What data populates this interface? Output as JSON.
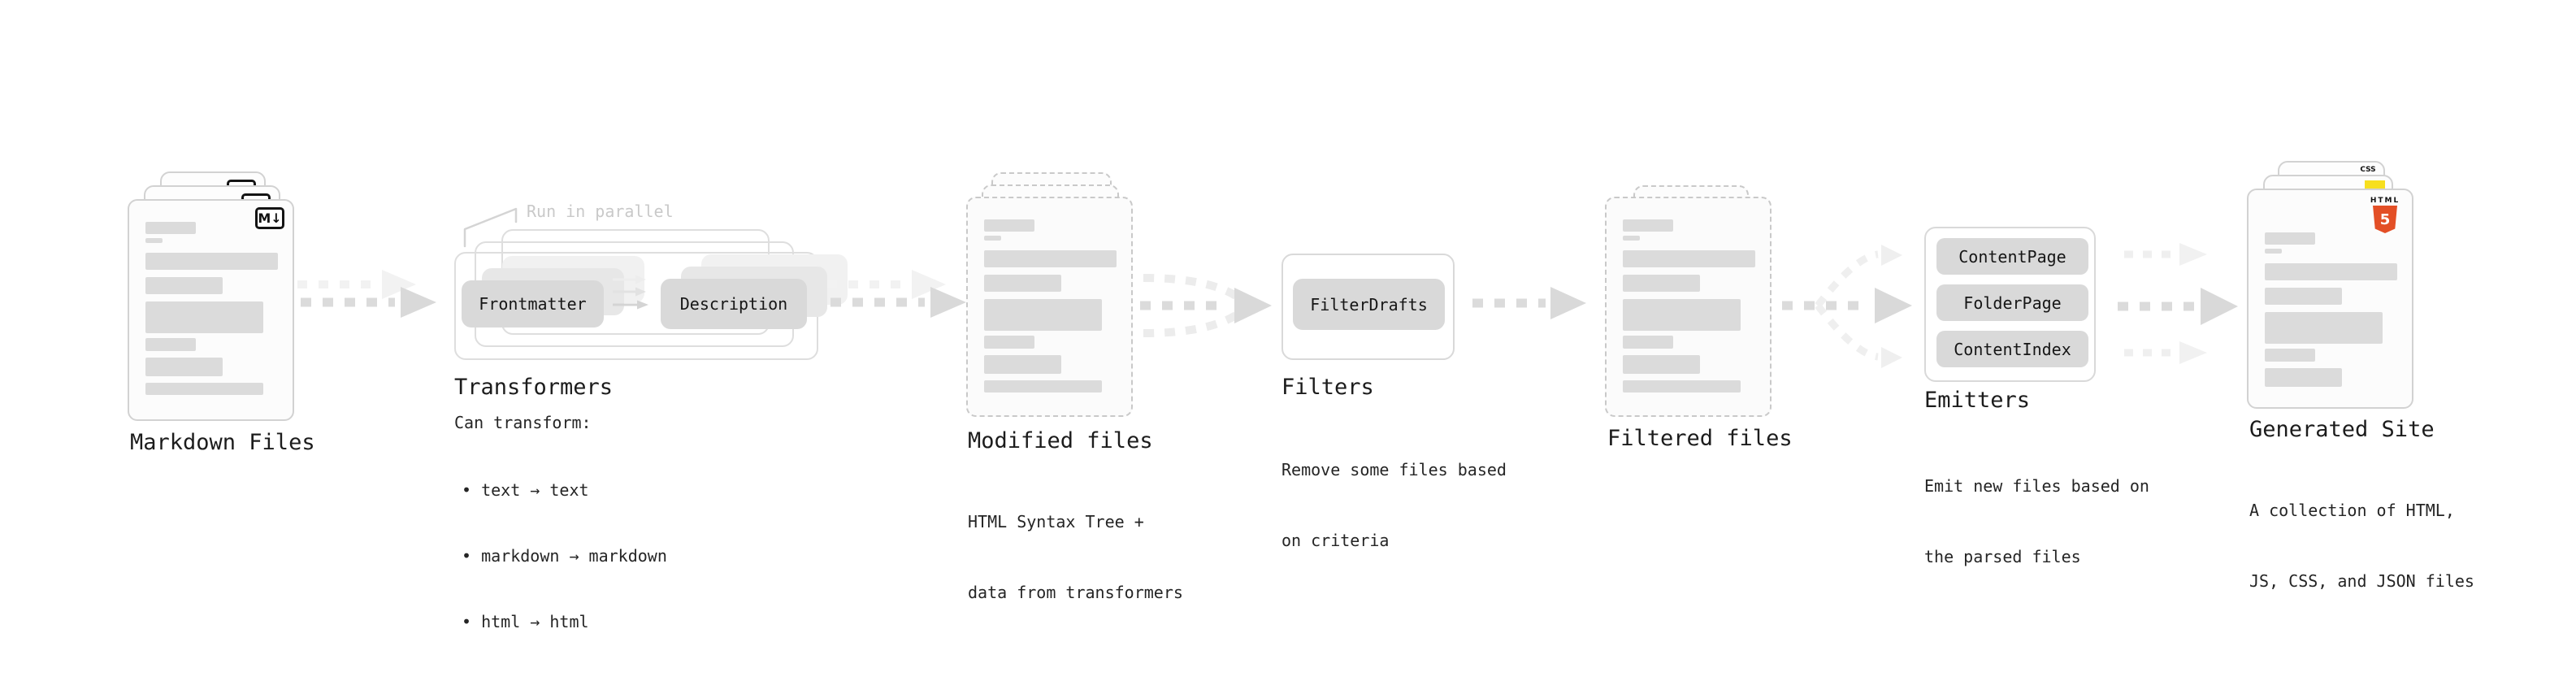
{
  "colors": {
    "html5_orange": "#e34f26",
    "js_yellow": "#f7df1e",
    "css_blue": "#2965f1",
    "box_gray": "#d9d9d9",
    "arrow_gray": "#dbdbdb",
    "annotation_gray": "#c9c9c9"
  },
  "nodes": {
    "markdown": {
      "title": "Markdown Files",
      "badge": "M↓"
    },
    "transformers": {
      "title": "Transformers",
      "annotation": "Run in parallel",
      "frontmatter": "Frontmatter",
      "description": "Description",
      "desc_heading": "Can transform:",
      "bullets": [
        "• text → text",
        "• markdown → markdown",
        "• html → html"
      ]
    },
    "modified": {
      "title": "Modified files",
      "desc": [
        "HTML Syntax Tree +",
        "data from transformers"
      ]
    },
    "filters": {
      "title": "Filters",
      "box": "FilterDrafts",
      "desc": [
        "Remove some files based",
        "on criteria"
      ]
    },
    "filtered": {
      "title": "Filtered files"
    },
    "emitters": {
      "title": "Emitters",
      "boxes": [
        "ContentPage",
        "FolderPage",
        "ContentIndex"
      ],
      "desc": [
        "Emit new files based on",
        "the parsed files"
      ]
    },
    "generated": {
      "title": "Generated Site",
      "desc": [
        "A collection of HTML,",
        "JS, CSS, and JSON files"
      ],
      "badge_css": "CSS",
      "badge_html_word": "HTML",
      "badge_html_number": "5"
    }
  }
}
